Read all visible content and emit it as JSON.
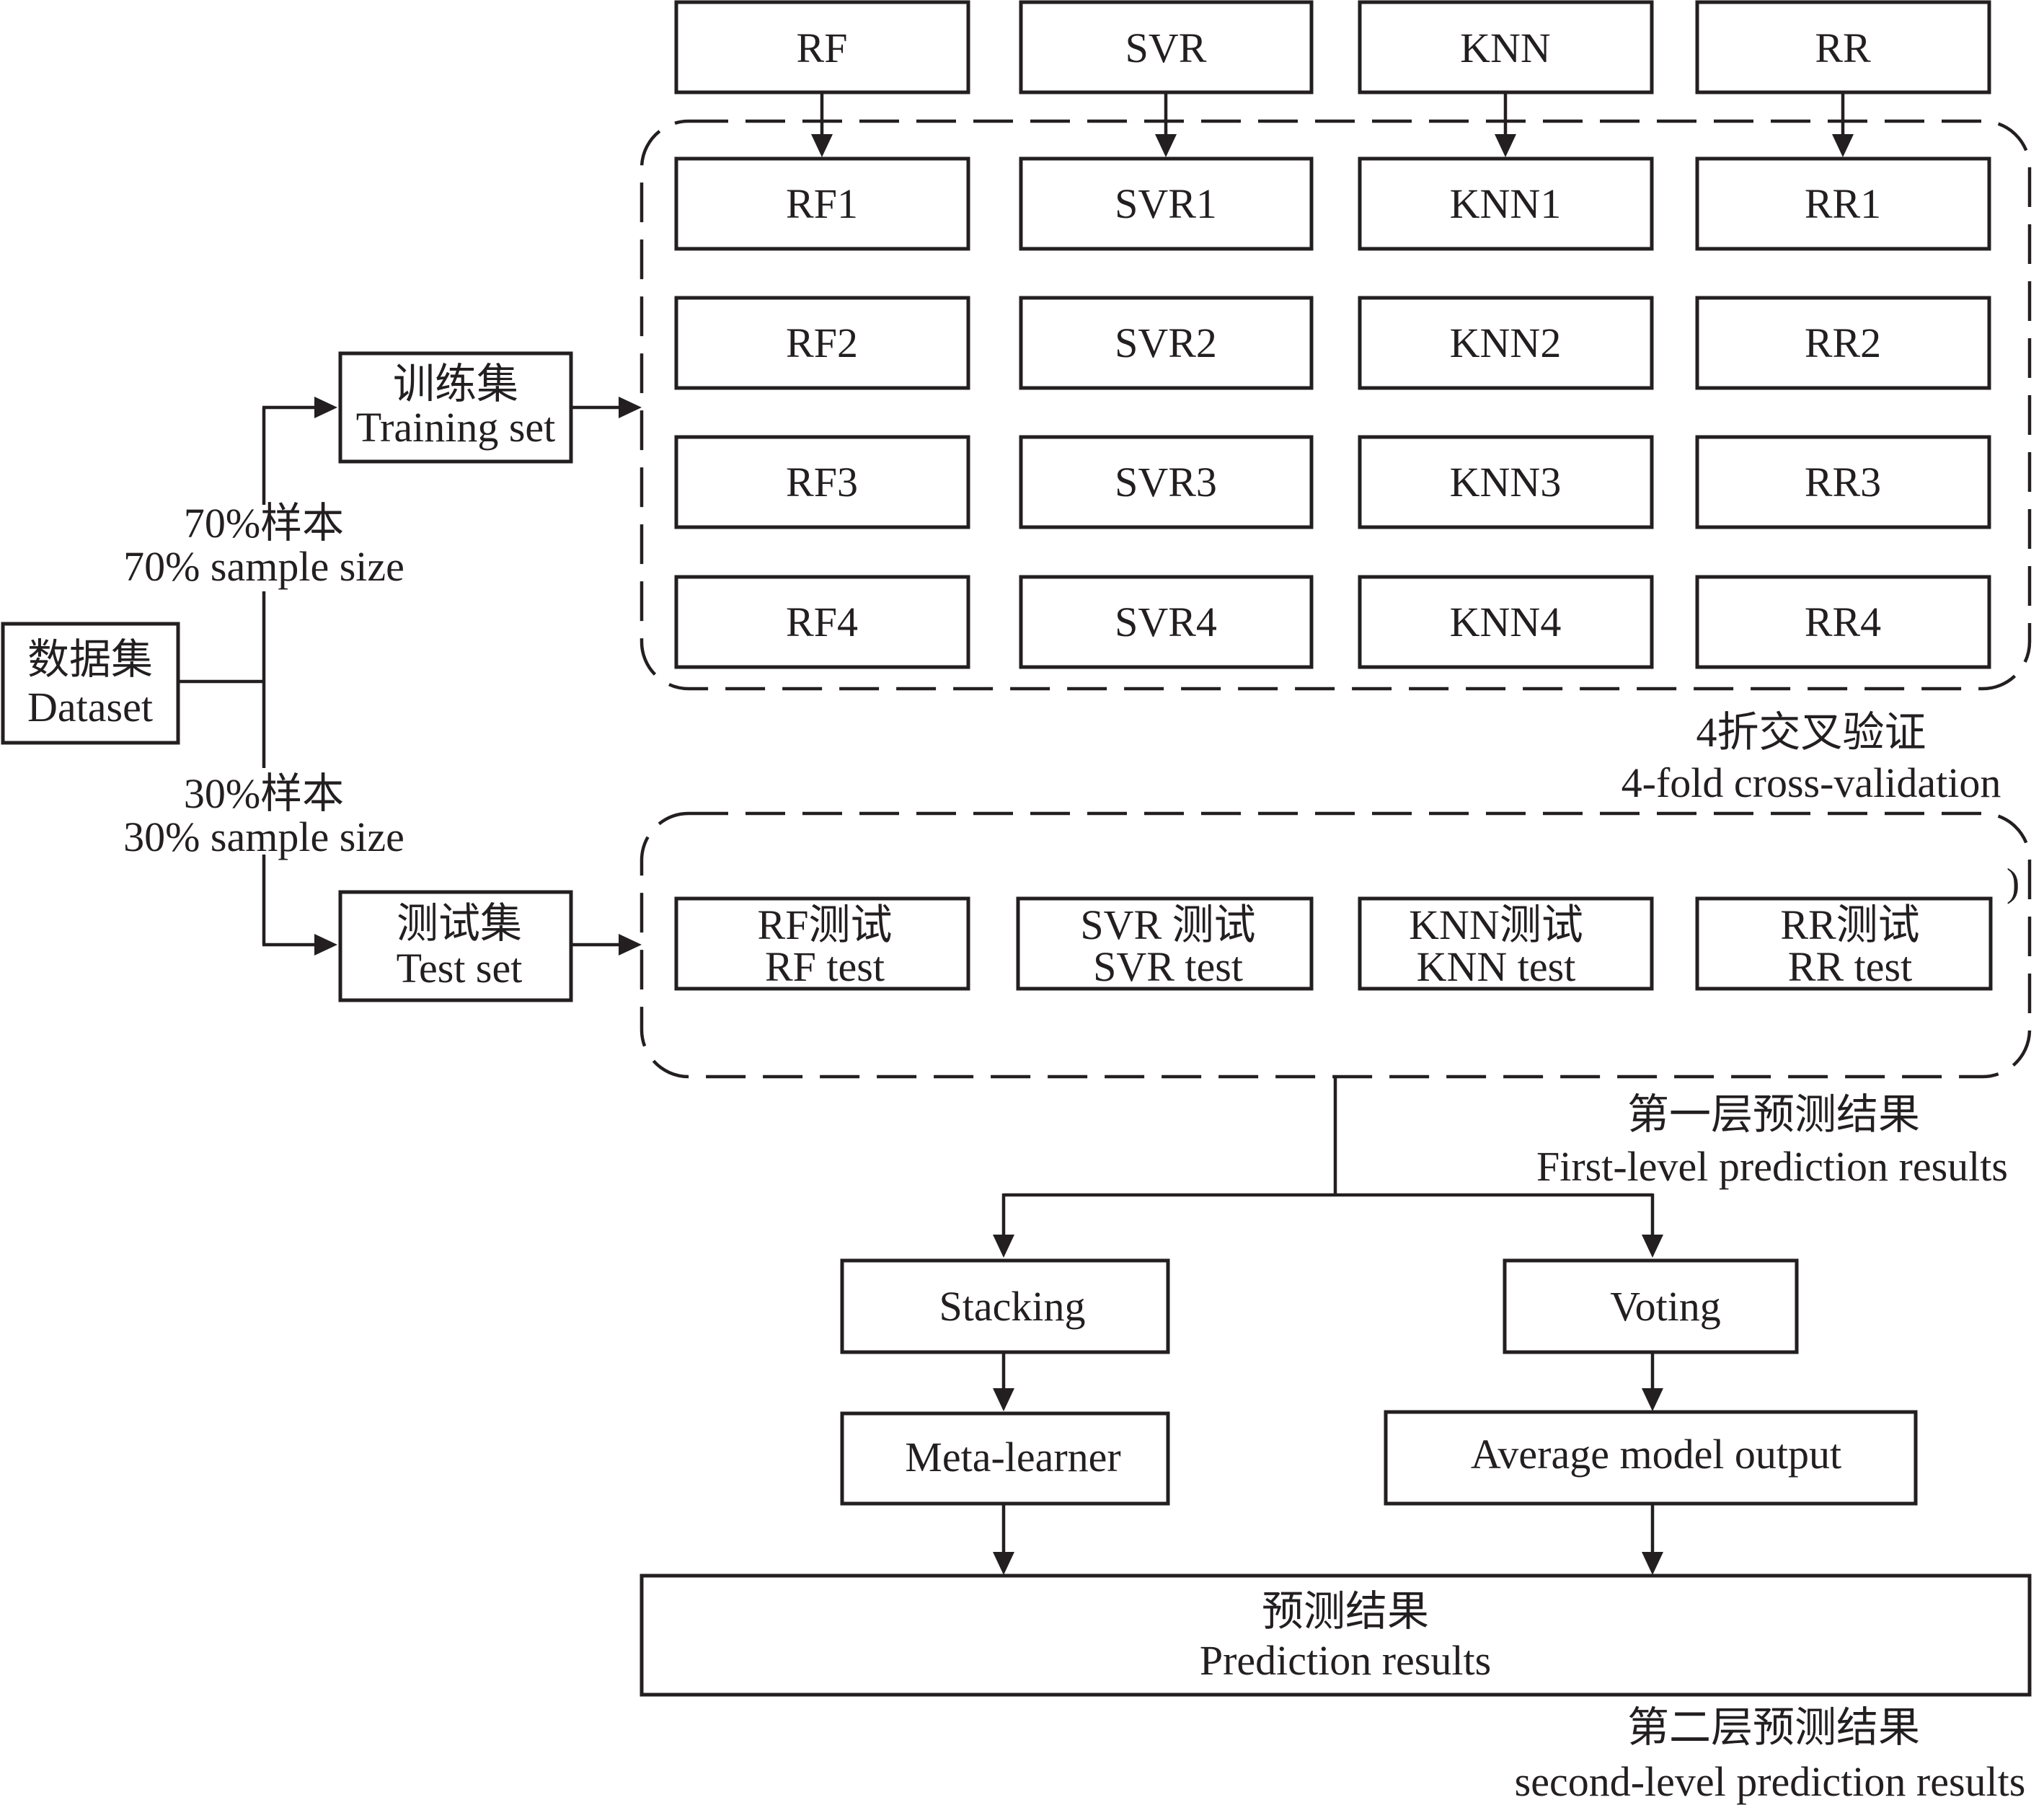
{
  "dataset": {
    "zh": "数据集",
    "en": "Dataset"
  },
  "split_train": {
    "zh": "70%样本",
    "en": "70% sample size"
  },
  "split_test": {
    "zh": "30%样本",
    "en": "30% sample size"
  },
  "training_set": {
    "zh": "训练集",
    "en": "Training set"
  },
  "test_set": {
    "zh": "测试集",
    "en": "Test set"
  },
  "base_models": [
    "RF",
    "SVR",
    "KNN",
    "RR"
  ],
  "folds": [
    [
      "RF1",
      "SVR1",
      "KNN1",
      "RR1"
    ],
    [
      "RF2",
      "SVR2",
      "KNN2",
      "RR2"
    ],
    [
      "RF3",
      "SVR3",
      "KNN3",
      "RR3"
    ],
    [
      "RF4",
      "SVR4",
      "KNN4",
      "RR4"
    ]
  ],
  "cv_caption": {
    "zh": "4折交叉验证",
    "en": "4-fold cross-validation"
  },
  "stray_mark": ")",
  "tests": [
    {
      "zh": "RF测试",
      "en": "RF test"
    },
    {
      "zh": "SVR 测试",
      "en": "SVR test"
    },
    {
      "zh": "KNN测试",
      "en": "KNN test"
    },
    {
      "zh": "RR测试",
      "en": "RR test"
    }
  ],
  "first_level": {
    "zh": "第一层预测结果",
    "en": "First-level prediction results"
  },
  "stacking": "Stacking",
  "voting": "Voting",
  "meta_learner": "Meta-learner",
  "average_output": "Average model output",
  "prediction": {
    "zh": "预测结果",
    "en": "Prediction results"
  },
  "second_level": {
    "zh": "第二层预测结果",
    "en": "second-level prediction results"
  }
}
